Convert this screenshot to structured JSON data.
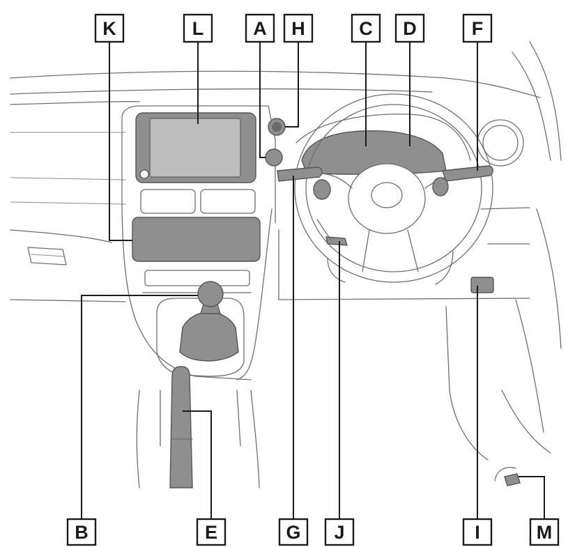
{
  "callouts": {
    "top": [
      {
        "id": "K",
        "label": "K"
      },
      {
        "id": "L",
        "label": "L"
      },
      {
        "id": "A",
        "label": "A"
      },
      {
        "id": "H",
        "label": "H"
      },
      {
        "id": "C",
        "label": "C"
      },
      {
        "id": "D",
        "label": "D"
      },
      {
        "id": "F",
        "label": "F"
      }
    ],
    "bottom": [
      {
        "id": "B",
        "label": "B"
      },
      {
        "id": "E",
        "label": "E"
      },
      {
        "id": "G",
        "label": "G"
      },
      {
        "id": "J",
        "label": "J"
      },
      {
        "id": "I",
        "label": "I"
      },
      {
        "id": "M",
        "label": "M"
      }
    ]
  },
  "colors": {
    "line": "#6e6e6e",
    "part_fill": "#8f8f8f",
    "label_border": "#1a1a1a"
  }
}
